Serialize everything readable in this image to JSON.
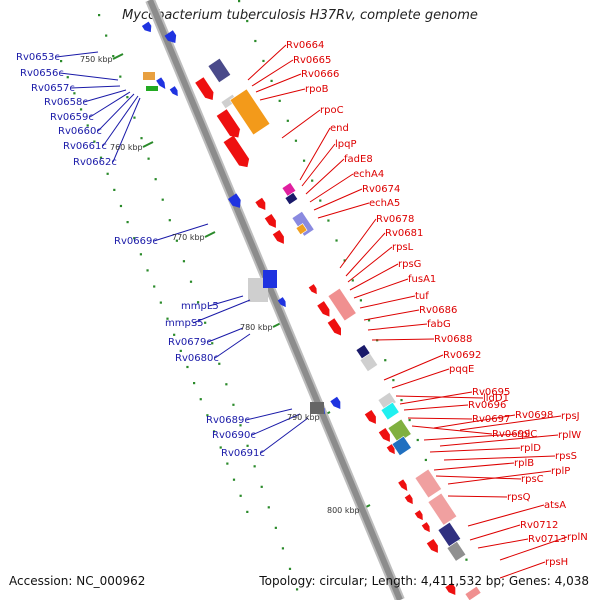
{
  "title": "Mycobacterium tuberculosis H37Rv, complete genome",
  "footer": {
    "accession": "Accession: NC_000962",
    "summary": "Topology: circular; Length: 4,411,532 bp; Genes: 4,038"
  },
  "colors": {
    "forward_label": "#dd0000",
    "reverse_label": "#1a1aa8",
    "backbone": "#8c8c8c",
    "tick": "#2a8a2a"
  },
  "scale_labels": [
    "750 kbp",
    "760 kbp",
    "770 kbp",
    "780 kbp",
    "790 kbp",
    "800 kbp"
  ],
  "left_labels": [
    "Rv0653c",
    "Rv0656c",
    "Rv0657c",
    "Rv0658c",
    "Rv0659c",
    "Rv0660c",
    "Rv0661c",
    "Rv0662c",
    "Rv0669c",
    "mmpL5",
    "mmpS5",
    "Rv0679c",
    "Rv0680c",
    "Rv0689c",
    "Rv0690c",
    "Rv0691c"
  ],
  "right_labels": [
    "Rv0664",
    "Rv0665",
    "Rv0666",
    "rpoB",
    "rpoC",
    "end",
    "lpqP",
    "fadE8",
    "echA4",
    "Rv0674",
    "echA5",
    "Rv0678",
    "Rv0681",
    "rpsL",
    "rpsG",
    "fusA1",
    "tuf",
    "Rv0686",
    "fabG",
    "Rv0688",
    "Rv0692",
    "pqqE",
    "lldD1",
    "Rv0695",
    "Rv0696",
    "Rv0697",
    "Rv0698",
    "rpsJ",
    "Rv0699",
    "rplC",
    "rplW",
    "rplD",
    "rpsS",
    "rplB",
    "rpsC",
    "rplP",
    "rpsQ",
    "atsA",
    "Rv0712",
    "Rv0713",
    "rplN",
    "rpsH"
  ]
}
